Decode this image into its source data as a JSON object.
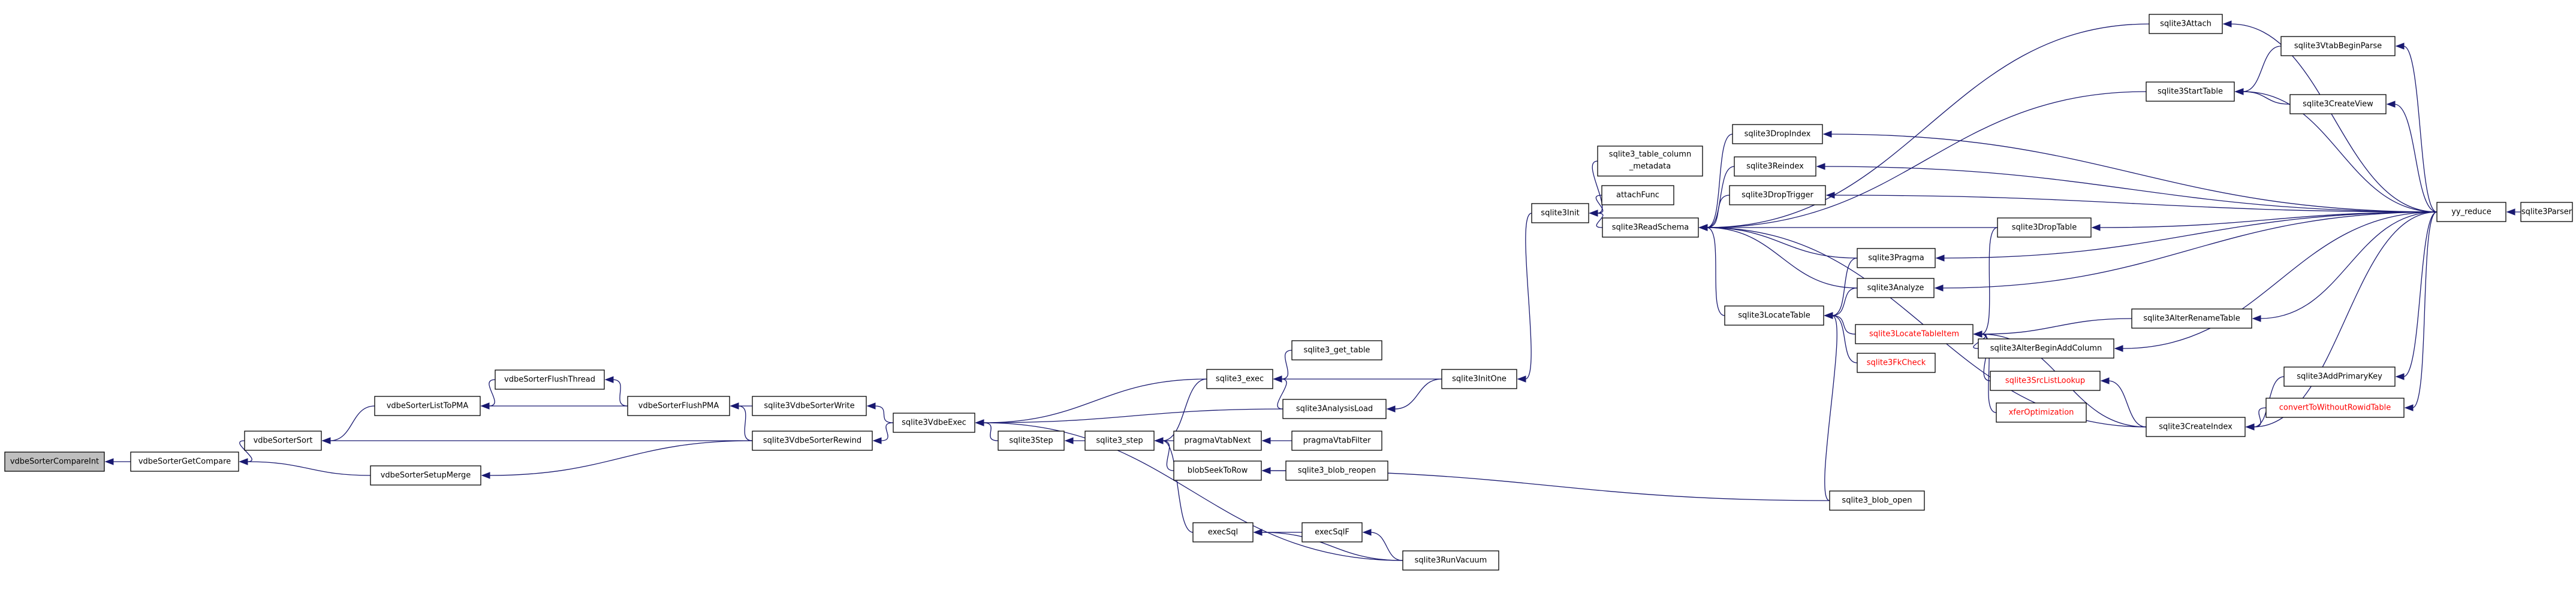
{
  "diagram": {
    "nodes": [
      {
        "id": "vdbeSorterCompareInt",
        "label": "vdbeSorterCompareInt",
        "current": true
      },
      {
        "id": "vdbeSorterGetCompare",
        "label": "vdbeSorterGetCompare"
      },
      {
        "id": "vdbeSorterSort",
        "label": "vdbeSorterSort"
      },
      {
        "id": "vdbeSorterListToPMA",
        "label": "vdbeSorterListToPMA"
      },
      {
        "id": "vdbeSorterSetupMerge",
        "label": "vdbeSorterSetupMerge"
      },
      {
        "id": "vdbeSorterFlushThread",
        "label": "vdbeSorterFlushThread"
      },
      {
        "id": "vdbeSorterFlushPMA",
        "label": "vdbeSorterFlushPMA"
      },
      {
        "id": "sqlite3VdbeSorterWrite",
        "label": "sqlite3VdbeSorterWrite"
      },
      {
        "id": "sqlite3VdbeSorterRewind",
        "label": "sqlite3VdbeSorterRewind"
      },
      {
        "id": "sqlite3VdbeExec",
        "label": "sqlite3VdbeExec"
      },
      {
        "id": "sqlite3_exec",
        "label": "sqlite3_exec"
      },
      {
        "id": "sqlite3_get_table",
        "label": "sqlite3_get_table"
      },
      {
        "id": "sqlite3AnalysisLoad",
        "label": "sqlite3AnalysisLoad"
      },
      {
        "id": "sqlite3InitOne",
        "label": "sqlite3InitOne"
      },
      {
        "id": "sqlite3Init",
        "label": "sqlite3Init"
      },
      {
        "id": "sqlite3_table_column_metadata",
        "label": "sqlite3_table_column_metadata",
        "lines": [
          "sqlite3_table_column",
          "_metadata"
        ]
      },
      {
        "id": "attachFunc",
        "label": "attachFunc"
      },
      {
        "id": "sqlite3ReadSchema",
        "label": "sqlite3ReadSchema"
      },
      {
        "id": "sqlite3Step",
        "label": "sqlite3Step"
      },
      {
        "id": "sqlite3_step",
        "label": "sqlite3_step"
      },
      {
        "id": "pragmaVtabNext",
        "label": "pragmaVtabNext"
      },
      {
        "id": "pragmaVtabFilter",
        "label": "pragmaVtabFilter"
      },
      {
        "id": "blobSeekToRow",
        "label": "blobSeekToRow"
      },
      {
        "id": "sqlite3_blob_reopen",
        "label": "sqlite3_blob_reopen"
      },
      {
        "id": "execSql",
        "label": "execSql"
      },
      {
        "id": "execSqlF",
        "label": "execSqlF"
      },
      {
        "id": "sqlite3RunVacuum",
        "label": "sqlite3RunVacuum"
      },
      {
        "id": "sqlite3DropIndex",
        "label": "sqlite3DropIndex"
      },
      {
        "id": "sqlite3Reindex",
        "label": "sqlite3Reindex"
      },
      {
        "id": "sqlite3DropTrigger",
        "label": "sqlite3DropTrigger"
      },
      {
        "id": "sqlite3LocateTable",
        "label": "sqlite3LocateTable"
      },
      {
        "id": "sqlite3Pragma",
        "label": "sqlite3Pragma"
      },
      {
        "id": "sqlite3Analyze",
        "label": "sqlite3Analyze"
      },
      {
        "id": "sqlite3LocateTableItem",
        "label": "sqlite3LocateTableItem",
        "red": true
      },
      {
        "id": "sqlite3FkCheck",
        "label": "sqlite3FkCheck",
        "red": true
      },
      {
        "id": "sqlite3_blob_open",
        "label": "sqlite3_blob_open"
      },
      {
        "id": "sqlite3Attach",
        "label": "sqlite3Attach"
      },
      {
        "id": "sqlite3StartTable",
        "label": "sqlite3StartTable"
      },
      {
        "id": "sqlite3DropTable",
        "label": "sqlite3DropTable"
      },
      {
        "id": "sqlite3AlterRenameTable",
        "label": "sqlite3AlterRenameTable"
      },
      {
        "id": "sqlite3AlterBeginAddColumn",
        "label": "sqlite3AlterBeginAddColumn"
      },
      {
        "id": "sqlite3SrcListLookup",
        "label": "sqlite3SrcListLookup",
        "red": true
      },
      {
        "id": "xferOptimization",
        "label": "xferOptimization",
        "red": true
      },
      {
        "id": "sqlite3CreateIndex",
        "label": "sqlite3CreateIndex"
      },
      {
        "id": "sqlite3VtabBeginParse",
        "label": "sqlite3VtabBeginParse"
      },
      {
        "id": "sqlite3CreateView",
        "label": "sqlite3CreateView"
      },
      {
        "id": "sqlite3AddPrimaryKey",
        "label": "sqlite3AddPrimaryKey"
      },
      {
        "id": "convertToWithoutRowidTable",
        "label": "convertToWithoutRowidTable",
        "red": true
      },
      {
        "id": "yy_reduce",
        "label": "yy_reduce"
      },
      {
        "id": "sqlite3Parser",
        "label": "sqlite3Parser"
      }
    ],
    "edges": [
      [
        "vdbeSorterCompareInt",
        "vdbeSorterGetCompare"
      ],
      [
        "vdbeSorterGetCompare",
        "vdbeSorterSort"
      ],
      [
        "vdbeSorterGetCompare",
        "vdbeSorterSetupMerge"
      ],
      [
        "vdbeSorterSort",
        "vdbeSorterListToPMA"
      ],
      [
        "vdbeSorterSort",
        "sqlite3VdbeSorterRewind"
      ],
      [
        "vdbeSorterListToPMA",
        "vdbeSorterFlushThread"
      ],
      [
        "vdbeSorterListToPMA",
        "vdbeSorterFlushPMA"
      ],
      [
        "vdbeSorterFlushThread",
        "vdbeSorterFlushPMA"
      ],
      [
        "vdbeSorterFlushPMA",
        "sqlite3VdbeSorterWrite"
      ],
      [
        "vdbeSorterFlushPMA",
        "sqlite3VdbeSorterRewind"
      ],
      [
        "vdbeSorterSetupMerge",
        "sqlite3VdbeSorterRewind"
      ],
      [
        "sqlite3VdbeSorterWrite",
        "sqlite3VdbeExec"
      ],
      [
        "sqlite3VdbeSorterRewind",
        "sqlite3VdbeExec"
      ],
      [
        "sqlite3VdbeExec",
        "sqlite3_exec"
      ],
      [
        "sqlite3VdbeExec",
        "sqlite3AnalysisLoad"
      ],
      [
        "sqlite3VdbeExec",
        "sqlite3Step"
      ],
      [
        "sqlite3VdbeExec",
        "sqlite3RunVacuum"
      ],
      [
        "sqlite3_exec",
        "sqlite3_get_table"
      ],
      [
        "sqlite3_exec",
        "sqlite3InitOne"
      ],
      [
        "sqlite3_exec",
        "sqlite3AnalysisLoad"
      ],
      [
        "sqlite3AnalysisLoad",
        "sqlite3InitOne"
      ],
      [
        "sqlite3InitOne",
        "sqlite3Init"
      ],
      [
        "sqlite3Init",
        "sqlite3_table_column_metadata"
      ],
      [
        "sqlite3Init",
        "attachFunc"
      ],
      [
        "sqlite3Init",
        "sqlite3ReadSchema"
      ],
      [
        "sqlite3Step",
        "sqlite3_step"
      ],
      [
        "sqlite3_step",
        "sqlite3_exec"
      ],
      [
        "sqlite3_step",
        "pragmaVtabNext"
      ],
      [
        "sqlite3_step",
        "blobSeekToRow"
      ],
      [
        "sqlite3_step",
        "execSql"
      ],
      [
        "pragmaVtabNext",
        "pragmaVtabFilter"
      ],
      [
        "blobSeekToRow",
        "sqlite3_blob_reopen"
      ],
      [
        "blobSeekToRow",
        "sqlite3_blob_open"
      ],
      [
        "execSql",
        "execSqlF"
      ],
      [
        "execSql",
        "sqlite3RunVacuum"
      ],
      [
        "execSqlF",
        "sqlite3RunVacuum"
      ],
      [
        "sqlite3ReadSchema",
        "sqlite3Attach"
      ],
      [
        "sqlite3ReadSchema",
        "sqlite3StartTable"
      ],
      [
        "sqlite3ReadSchema",
        "sqlite3DropIndex"
      ],
      [
        "sqlite3ReadSchema",
        "sqlite3Reindex"
      ],
      [
        "sqlite3ReadSchema",
        "sqlite3DropTrigger"
      ],
      [
        "sqlite3ReadSchema",
        "sqlite3DropTable"
      ],
      [
        "sqlite3ReadSchema",
        "sqlite3Pragma"
      ],
      [
        "sqlite3ReadSchema",
        "sqlite3Analyze"
      ],
      [
        "sqlite3ReadSchema",
        "sqlite3LocateTable"
      ],
      [
        "sqlite3ReadSchema",
        "sqlite3CreateIndex"
      ],
      [
        "sqlite3LocateTable",
        "sqlite3Pragma"
      ],
      [
        "sqlite3LocateTable",
        "sqlite3Analyze"
      ],
      [
        "sqlite3LocateTable",
        "sqlite3LocateTableItem"
      ],
      [
        "sqlite3LocateTable",
        "sqlite3FkCheck"
      ],
      [
        "sqlite3LocateTable",
        "sqlite3_blob_open"
      ],
      [
        "sqlite3LocateTableItem",
        "sqlite3DropTable"
      ],
      [
        "sqlite3LocateTableItem",
        "sqlite3AlterRenameTable"
      ],
      [
        "sqlite3LocateTableItem",
        "sqlite3AlterBeginAddColumn"
      ],
      [
        "sqlite3LocateTableItem",
        "sqlite3SrcListLookup"
      ],
      [
        "sqlite3LocateTableItem",
        "xferOptimization"
      ],
      [
        "sqlite3LocateTableItem",
        "sqlite3CreateIndex"
      ],
      [
        "sqlite3SrcListLookup",
        "sqlite3CreateIndex"
      ],
      [
        "sqlite3CreateIndex",
        "sqlite3AddPrimaryKey"
      ],
      [
        "sqlite3CreateIndex",
        "convertToWithoutRowidTable"
      ],
      [
        "sqlite3CreateIndex",
        "yy_reduce"
      ],
      [
        "sqlite3StartTable",
        "sqlite3VtabBeginParse"
      ],
      [
        "sqlite3StartTable",
        "sqlite3CreateView"
      ],
      [
        "sqlite3StartTable",
        "yy_reduce"
      ],
      [
        "sqlite3VtabBeginParse",
        "yy_reduce"
      ],
      [
        "sqlite3CreateView",
        "yy_reduce"
      ],
      [
        "sqlite3Attach",
        "yy_reduce"
      ],
      [
        "sqlite3DropIndex",
        "yy_reduce"
      ],
      [
        "sqlite3Reindex",
        "yy_reduce"
      ],
      [
        "sqlite3DropTrigger",
        "yy_reduce"
      ],
      [
        "sqlite3DropTable",
        "yy_reduce"
      ],
      [
        "sqlite3Pragma",
        "yy_reduce"
      ],
      [
        "sqlite3Analyze",
        "yy_reduce"
      ],
      [
        "sqlite3AlterRenameTable",
        "yy_reduce"
      ],
      [
        "sqlite3AlterBeginAddColumn",
        "yy_reduce"
      ],
      [
        "sqlite3AddPrimaryKey",
        "yy_reduce"
      ],
      [
        "convertToWithoutRowidTable",
        "yy_reduce"
      ],
      [
        "yy_reduce",
        "sqlite3Parser"
      ]
    ]
  }
}
